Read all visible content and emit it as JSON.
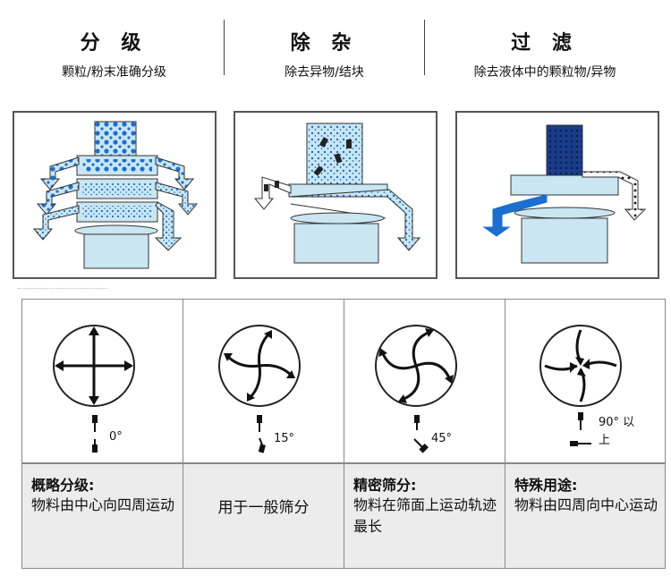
{
  "headers": [
    {
      "title": "分 级",
      "subtitle": "颗粒/粉末准确分级"
    },
    {
      "title": "除 杂",
      "subtitle": "除去异物/结块"
    },
    {
      "title": "过 滤",
      "subtitle": "除去液体中的颗粒物/异物"
    }
  ],
  "motions": [
    {
      "angle": "0°",
      "title": "概略分级:",
      "body": "物料由中心向四周运动"
    },
    {
      "angle": "15°",
      "title": "",
      "body": "用于一般筛分"
    },
    {
      "angle": "45°",
      "title": "精密筛分:",
      "body": "物料在筛面上运动轨迹最长"
    },
    {
      "angle": "90° 以上",
      "title": "特殊用途:",
      "body": "物料由四周向中心运动"
    }
  ],
  "colors": {
    "accent_blue": "#1a6fd1",
    "light_blue": "#c9e6f2",
    "frame": "#555555"
  }
}
